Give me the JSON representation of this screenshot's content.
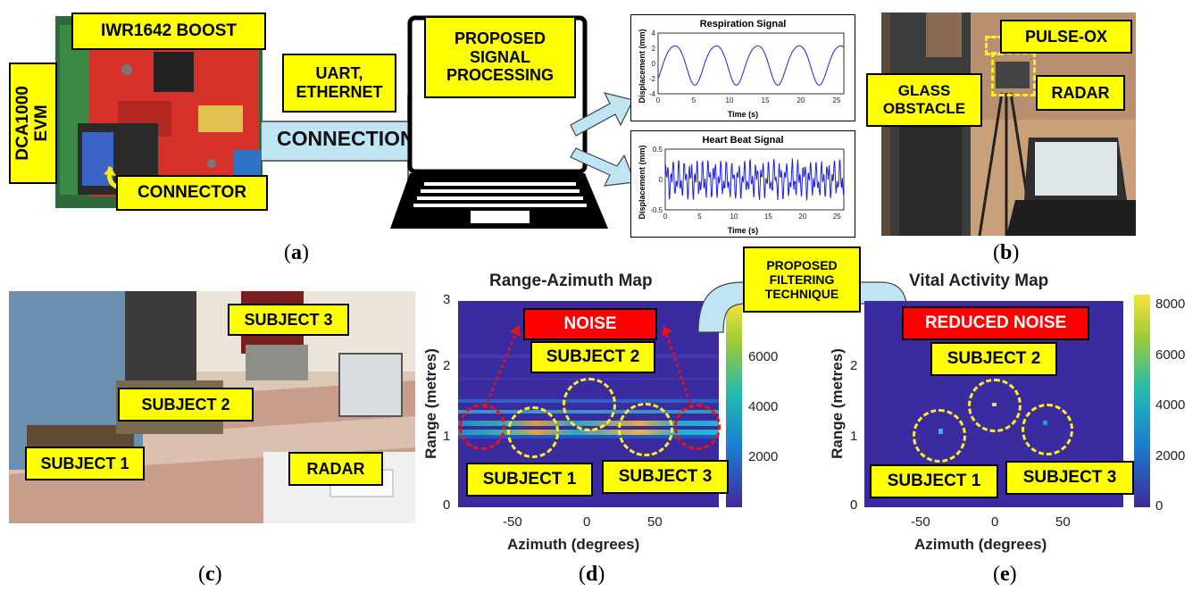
{
  "panel_a": {
    "board_label": "IWR1642 BOOST",
    "evm_label_line1": "DCA1000",
    "evm_label_line2": "EVM",
    "connector_label": "CONNECTOR",
    "link_label_line1": "UART,",
    "link_label_line2": "ETHERNET",
    "connection_label": "CONNECTION",
    "processing_label_line1": "PROPOSED",
    "processing_label_line2": "SIGNAL",
    "processing_label_line3": "PROCESSING",
    "caption": "a"
  },
  "respiration_plot": {
    "title": "Respiration Signal",
    "ylabel": "Displacement (mm)",
    "xlabel": "Time (s)",
    "yticks": [
      "4",
      "2",
      "0",
      "-2",
      "-4"
    ],
    "xticks": [
      "0",
      "5",
      "10",
      "15",
      "20",
      "25"
    ],
    "line_color": "#1f1fe8"
  },
  "heartbeat_plot": {
    "title": "Heart Beat Signal",
    "ylabel": "Displacement (mm)",
    "xlabel": "Time (s)",
    "yticks": [
      "0.5",
      "0",
      "-0.5"
    ],
    "xticks": [
      "0",
      "5",
      "10",
      "15",
      "20",
      "25"
    ],
    "line_color": "#1f1fe8"
  },
  "panel_b": {
    "pulse_ox_label": "PULSE-OX",
    "radar_label": "RADAR",
    "glass_label_line1": "GLASS",
    "glass_label_line2": "OBSTACLE",
    "caption": "b"
  },
  "panel_c": {
    "subject1": "SUBJECT 1",
    "subject2": "SUBJECT 2",
    "subject3": "SUBJECT 3",
    "radar": "RADAR",
    "caption": "c"
  },
  "panel_d": {
    "title": "Range-Azimuth Map",
    "xlabel": "Azimuth (degrees)",
    "ylabel": "Range (metres)",
    "noise_label": "NOISE",
    "subject1": "SUBJECT 1",
    "subject2": "SUBJECT 2",
    "subject3": "SUBJECT 3",
    "yticks": [
      "3",
      "2",
      "1",
      "0"
    ],
    "xticks": [
      "-50",
      "0",
      "50"
    ],
    "colorbar_ticks": [
      "6000",
      "4000",
      "2000"
    ],
    "caption": "d"
  },
  "filter_label": {
    "line1": "PROPOSED",
    "line2": "FILTERING",
    "line3": "TECHNIQUE"
  },
  "panel_e": {
    "title": "Vital Activity Map",
    "xlabel": "Azimuth (degrees)",
    "ylabel": "Range (metres)",
    "noise_label": "REDUCED NOISE",
    "subject1": "SUBJECT 1",
    "subject2": "SUBJECT 2",
    "subject3": "SUBJECT 3",
    "yticks": [
      "2",
      "1",
      "0"
    ],
    "xticks": [
      "-50",
      "0",
      "50"
    ],
    "colorbar_ticks": [
      "8000",
      "6000",
      "4000",
      "2000",
      "0"
    ],
    "caption": "e"
  },
  "colors": {
    "label_yellow": "#ffff00",
    "label_red": "#ff0000",
    "arrow_blue": "#bfe4f4",
    "map_background": "#3a2ba0",
    "highlight_circle": "#ffee22",
    "noise_circle": "#ee1111"
  }
}
